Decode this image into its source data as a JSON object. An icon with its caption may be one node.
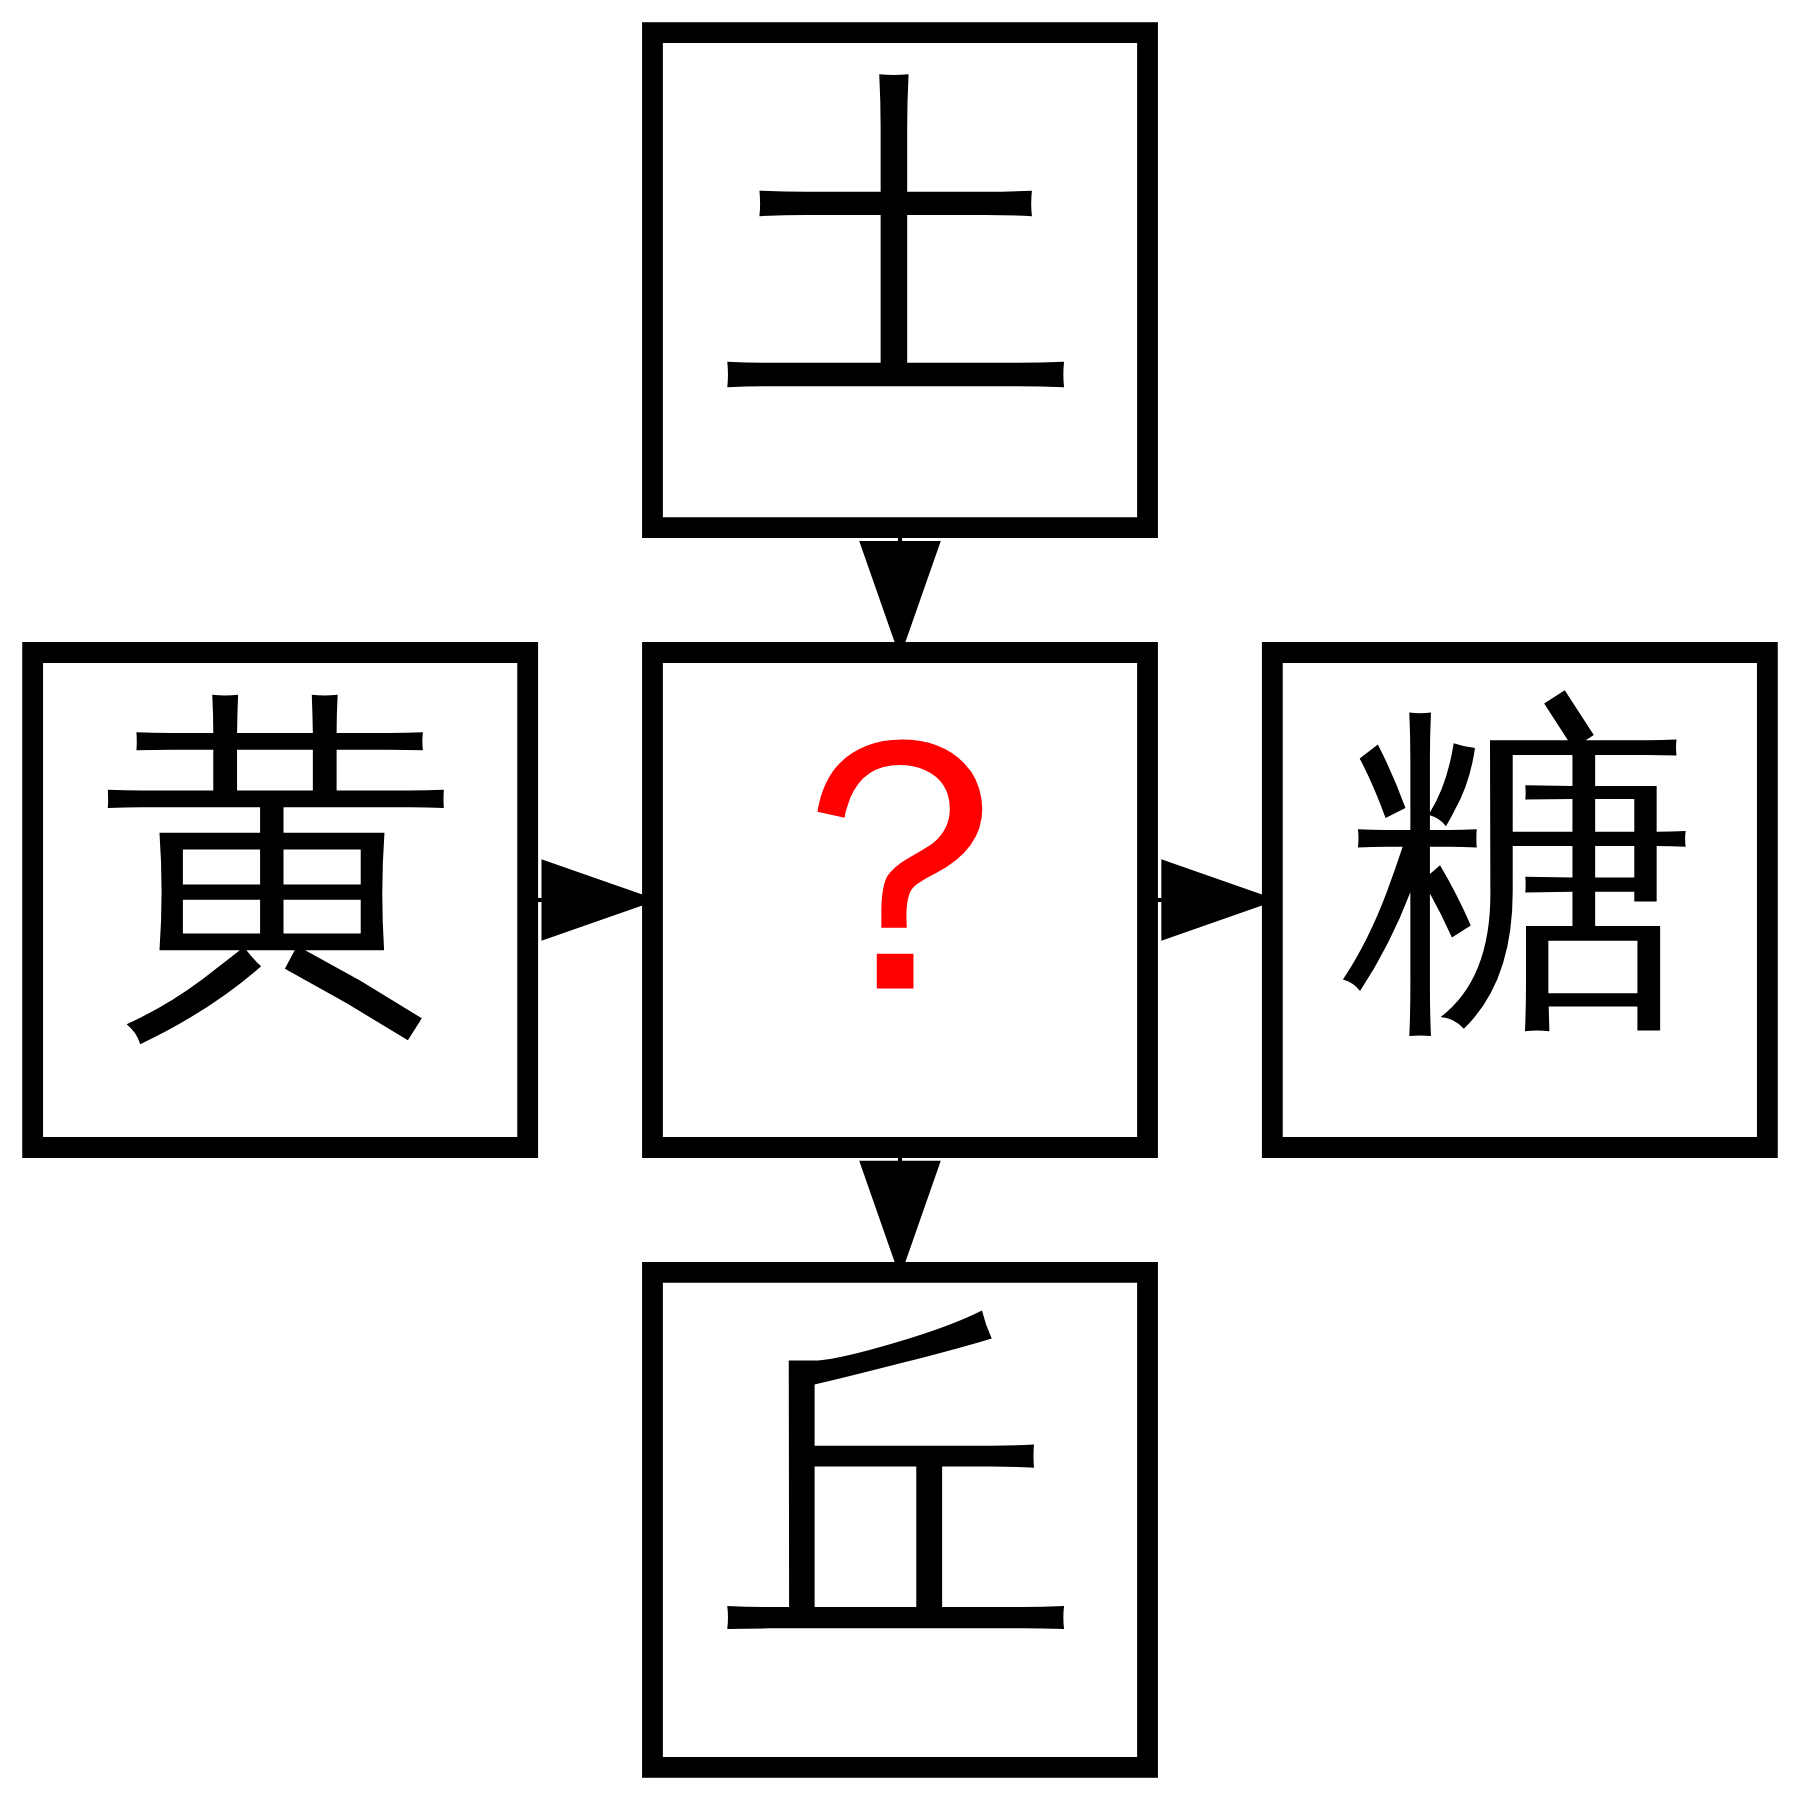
{
  "diagram": {
    "nodes": [
      {
        "text": [
          "土"
        ]
      },
      {
        "text": [
          "黄"
        ]
      },
      {
        "text": [
          "？"
        ]
      },
      {
        "text": [
          "糖"
        ]
      },
      {
        "text": [
          "丘"
        ]
      }
    ],
    "edges": [
      {
        "from": 0,
        "to": 2,
        "arrow": "to"
      },
      {
        "from": 1,
        "to": 2,
        "arrow": "to"
      },
      {
        "from": 2,
        "to": 3,
        "arrow": "to"
      },
      {
        "from": 2,
        "to": 4,
        "arrow": "to"
      }
    ]
  }
}
